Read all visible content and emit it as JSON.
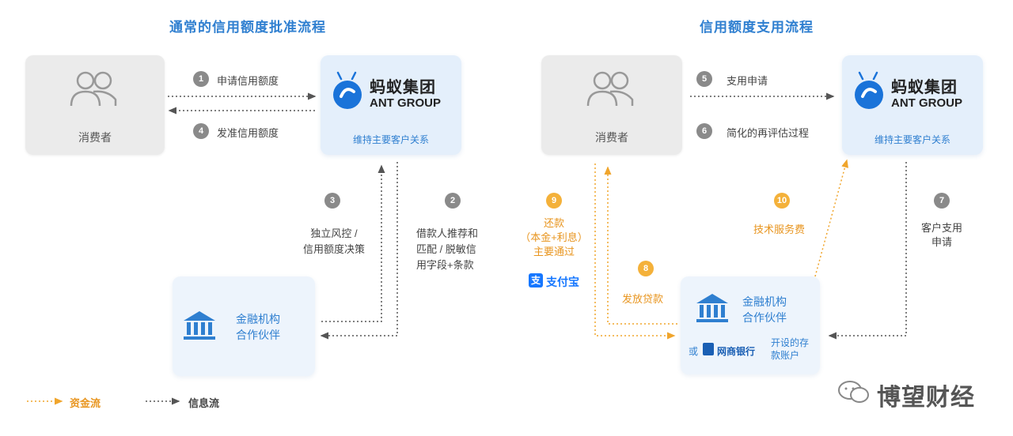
{
  "titles": {
    "left": "通常的信用额度批准流程",
    "right": "信用额度支用流程"
  },
  "consumer": {
    "label": "消费者"
  },
  "ant": {
    "cn": "蚂蚁集团",
    "en": "ANT GROUP",
    "sub": "维持主要客户关系"
  },
  "institution": {
    "line1": "金融机构",
    "line2": "合作伙伴"
  },
  "steps": {
    "s1": {
      "num": "1",
      "label": "申请信用额度"
    },
    "s2": {
      "num": "2",
      "label_l1": "借款人推荐和",
      "label_l2": "匹配 / 脱敏信",
      "label_l3": "用字段+条款"
    },
    "s3": {
      "num": "3",
      "label_l1": "独立风控 /",
      "label_l2": "信用额度决策"
    },
    "s4": {
      "num": "4",
      "label": "发准信用额度"
    },
    "s5": {
      "num": "5",
      "label": "支用申请"
    },
    "s6": {
      "num": "6",
      "label": "简化的再评估过程"
    },
    "s7": {
      "num": "7",
      "label_l1": "客户支用",
      "label_l2": "申请"
    },
    "s8": {
      "num": "8",
      "label": "发放贷款"
    },
    "s9": {
      "num": "9",
      "label_l1": "还款",
      "label_l2": "（本金+利息）",
      "label_l3": "主要通过"
    },
    "s10": {
      "num": "10",
      "label": "技术服务费"
    }
  },
  "alipay": {
    "label": "支付宝"
  },
  "bank": {
    "prefix": "或",
    "name": "网商银行",
    "account_l1": "开设的存",
    "account_l2": "款账户"
  },
  "legend": {
    "fund": "资金流",
    "info": "信息流"
  },
  "watermark": {
    "text": "博望财经"
  },
  "colors": {
    "fund": "#f0a52c",
    "info": "#555555",
    "title": "#2f7fd0",
    "ant_blue": "#1a73d9"
  }
}
